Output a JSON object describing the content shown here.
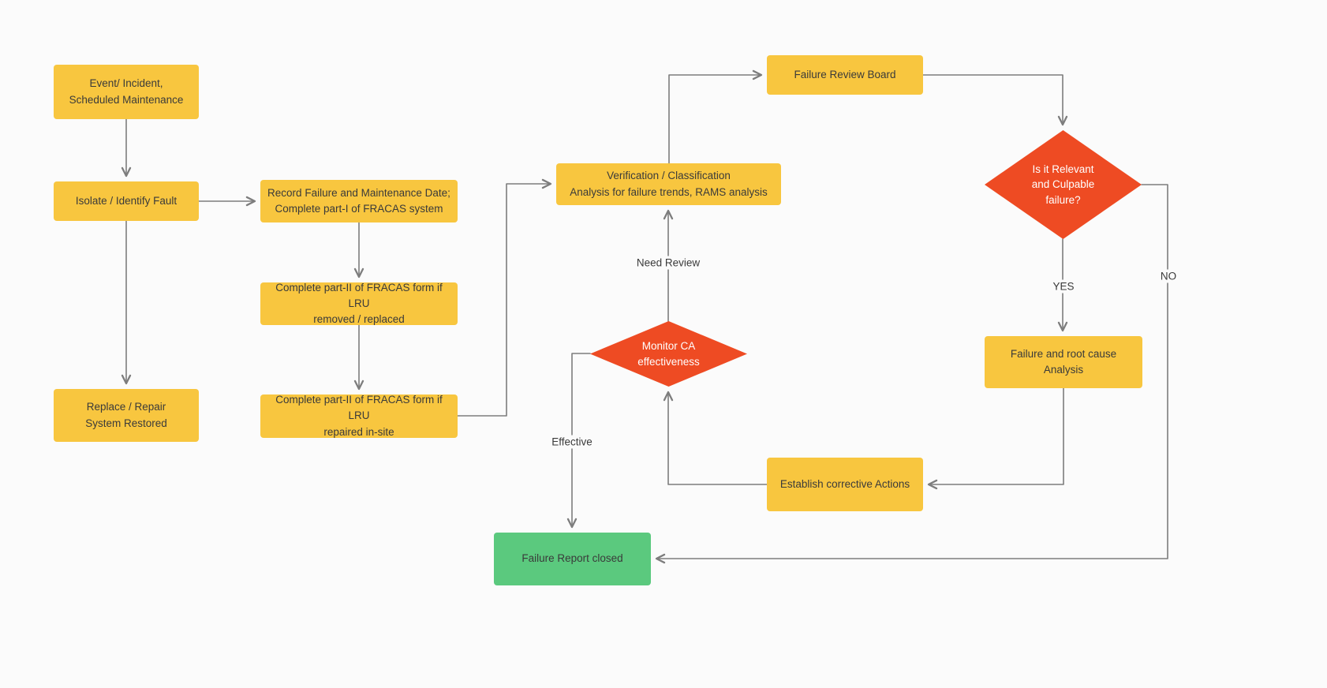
{
  "diagram": {
    "type": "flowchart",
    "subject": "FRACAS failure reporting, analysis and corrective action process"
  },
  "colors": {
    "background": "#fbfbfb",
    "node_yellow": "#f8c63f",
    "node_red": "#ee4b23",
    "node_green": "#5bc97e",
    "arrow": "#7d7d7d",
    "text_dark": "#3a3a3a",
    "text_light": "#ffffff"
  },
  "nodes": {
    "event_incident": {
      "label": "Event/ Incident,\nScheduled Maintenance",
      "shape": "rect",
      "color": "yellow"
    },
    "isolate_fault": {
      "label": "Isolate / Identify Fault",
      "shape": "rect",
      "color": "yellow"
    },
    "replace_repair": {
      "label": "Replace / Repair\nSystem Restored",
      "shape": "rect",
      "color": "yellow"
    },
    "record_failure": {
      "label": "Record Failure and Maintenance Date;\nComplete part-I of FRACAS system",
      "shape": "rect",
      "color": "yellow"
    },
    "part2_removed": {
      "label": "Complete part-II of FRACAS form if LRU\nremoved / replaced",
      "shape": "rect",
      "color": "yellow"
    },
    "part2_repaired": {
      "label": "Complete part-II of FRACAS form if LRU\nrepaired in-site",
      "shape": "rect",
      "color": "yellow"
    },
    "verification": {
      "label": "Verification / Classification\nAnalysis for failure trends, RAMS analysis",
      "shape": "rect",
      "color": "yellow"
    },
    "failure_review_board": {
      "label": "Failure Review Board",
      "shape": "rect",
      "color": "yellow"
    },
    "relevant_culpable": {
      "label": "Is it Relevant\nand Culpable\nfailure?",
      "shape": "diamond",
      "color": "red"
    },
    "failure_root_cause": {
      "label": "Failure and root cause\nAnalysis",
      "shape": "rect",
      "color": "yellow"
    },
    "establish_corrective": {
      "label": "Establish corrective Actions",
      "shape": "rect",
      "color": "yellow"
    },
    "monitor_ca": {
      "label": "Monitor CA\neffectiveness",
      "shape": "diamond",
      "color": "red"
    },
    "failure_report_closed": {
      "label": "Failure Report closed",
      "shape": "rect",
      "color": "green"
    }
  },
  "edge_labels": {
    "need_review": "Need Review",
    "effective": "Effective",
    "yes": "YES",
    "no": "NO"
  }
}
